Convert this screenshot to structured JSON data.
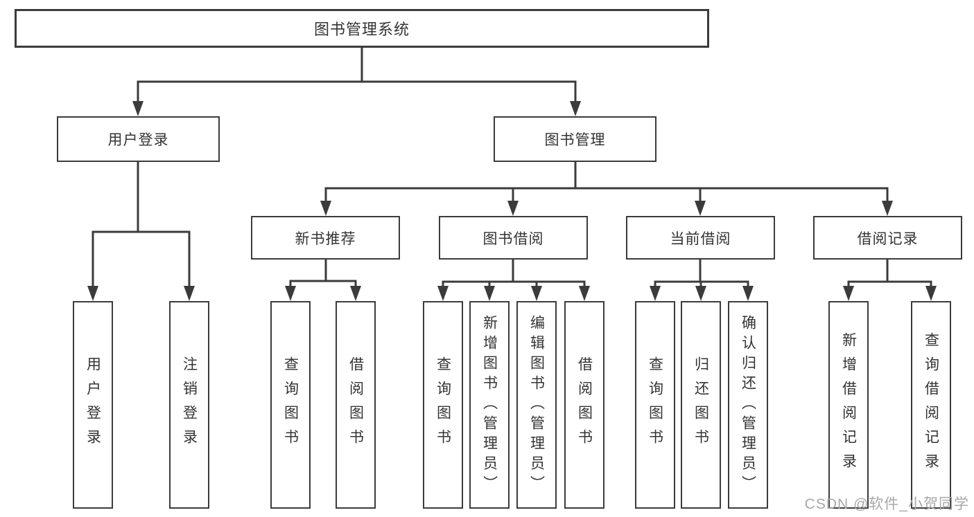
{
  "diagram": {
    "root_label": "图书管理系统",
    "branches": [
      {
        "label": "用户登录",
        "leaves": [
          "用户登录",
          "注销登录"
        ]
      },
      {
        "label": "图书管理",
        "groups": [
          {
            "label": "新书推荐",
            "leaves": [
              "查询图书",
              "借阅图书"
            ]
          },
          {
            "label": "图书借阅",
            "leaves": [
              "查询图书",
              "新增图书（管理员）",
              "编辑图书（管理员）",
              "借阅图书"
            ]
          },
          {
            "label": "当前借阅",
            "leaves": [
              "查询图书",
              "归还图书",
              "确认归还（管理员）"
            ]
          },
          {
            "label": "借阅记录",
            "leaves": [
              "新增借阅记录",
              "查询借阅记录"
            ]
          }
        ]
      }
    ]
  },
  "watermark": "CSDN @软件_小贺同学",
  "colors": {
    "line": "#3b3b3b",
    "text": "#333333",
    "watermark": "#a8a8a8",
    "background": "#ffffff"
  }
}
